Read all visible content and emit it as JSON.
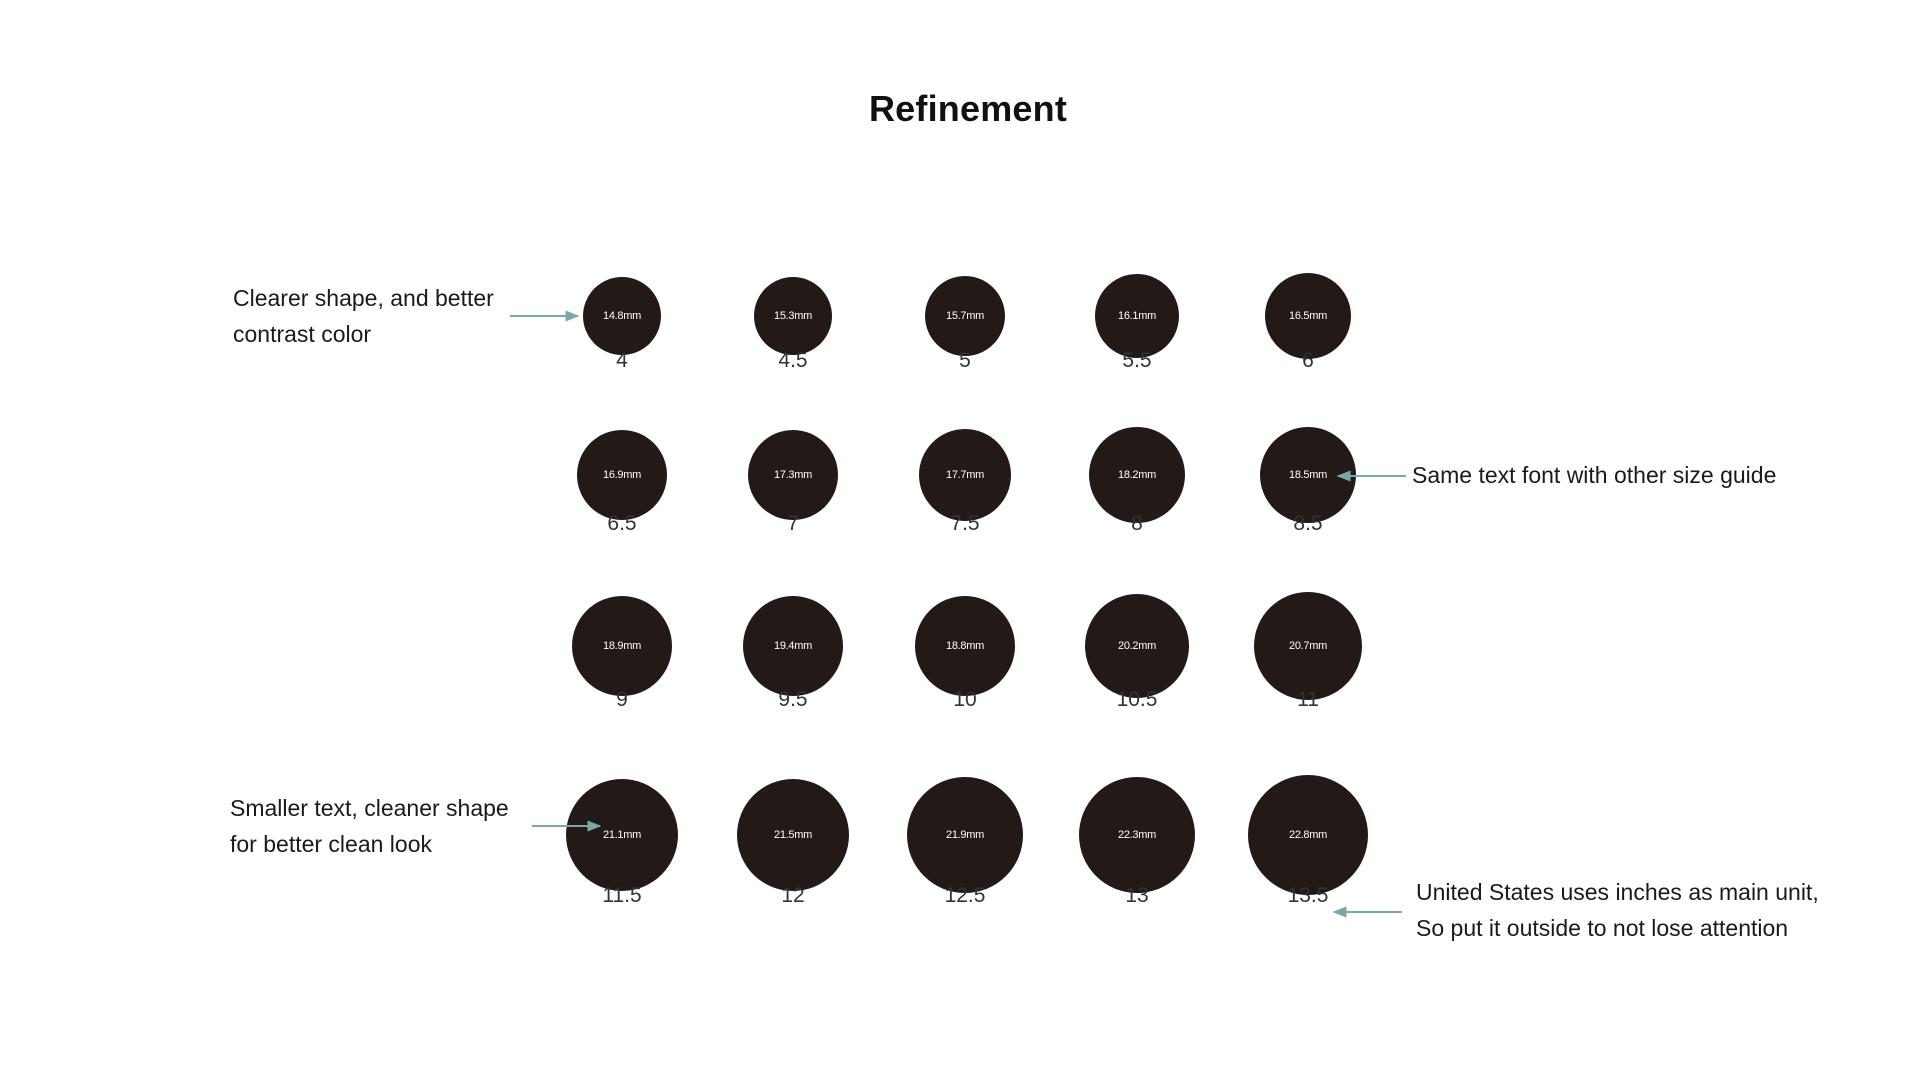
{
  "title": "Refinement",
  "colors": {
    "ring": "#231a17",
    "ring_text": "#ffffff",
    "arrow": "#7aa7a7"
  },
  "sizes": [
    {
      "us": "4",
      "mm": "14.8mm"
    },
    {
      "us": "4.5",
      "mm": "15.3mm"
    },
    {
      "us": "5",
      "mm": "15.7mm"
    },
    {
      "us": "5.5",
      "mm": "16.1mm"
    },
    {
      "us": "6",
      "mm": "16.5mm"
    },
    {
      "us": "6.5",
      "mm": "16.9mm"
    },
    {
      "us": "7",
      "mm": "17.3mm"
    },
    {
      "us": "7.5",
      "mm": "17.7mm"
    },
    {
      "us": "8",
      "mm": "18.2mm"
    },
    {
      "us": "8.5",
      "mm": "18.5mm"
    },
    {
      "us": "9",
      "mm": "18.9mm"
    },
    {
      "us": "9.5",
      "mm": "19.4mm"
    },
    {
      "us": "10",
      "mm": "18.8mm"
    },
    {
      "us": "10.5",
      "mm": "20.2mm"
    },
    {
      "us": "11",
      "mm": "20.7mm"
    },
    {
      "us": "11.5",
      "mm": "21.1mm"
    },
    {
      "us": "12",
      "mm": "21.5mm"
    },
    {
      "us": "12.5",
      "mm": "21.9mm"
    },
    {
      "us": "13",
      "mm": "22.3mm"
    },
    {
      "us": "13.5",
      "mm": "22.8mm"
    }
  ],
  "annotations": {
    "shape_contrast": {
      "line1": "Clearer shape, and better",
      "line2": "contrast color"
    },
    "font": {
      "line1": "Same text font with other size guide"
    },
    "smaller_text": {
      "line1": "Smaller text, cleaner shape",
      "line2": "for better clean look"
    },
    "inches": {
      "line1": "United States uses inches as main unit,",
      "line2": "So put it outside to not lose attention"
    }
  }
}
